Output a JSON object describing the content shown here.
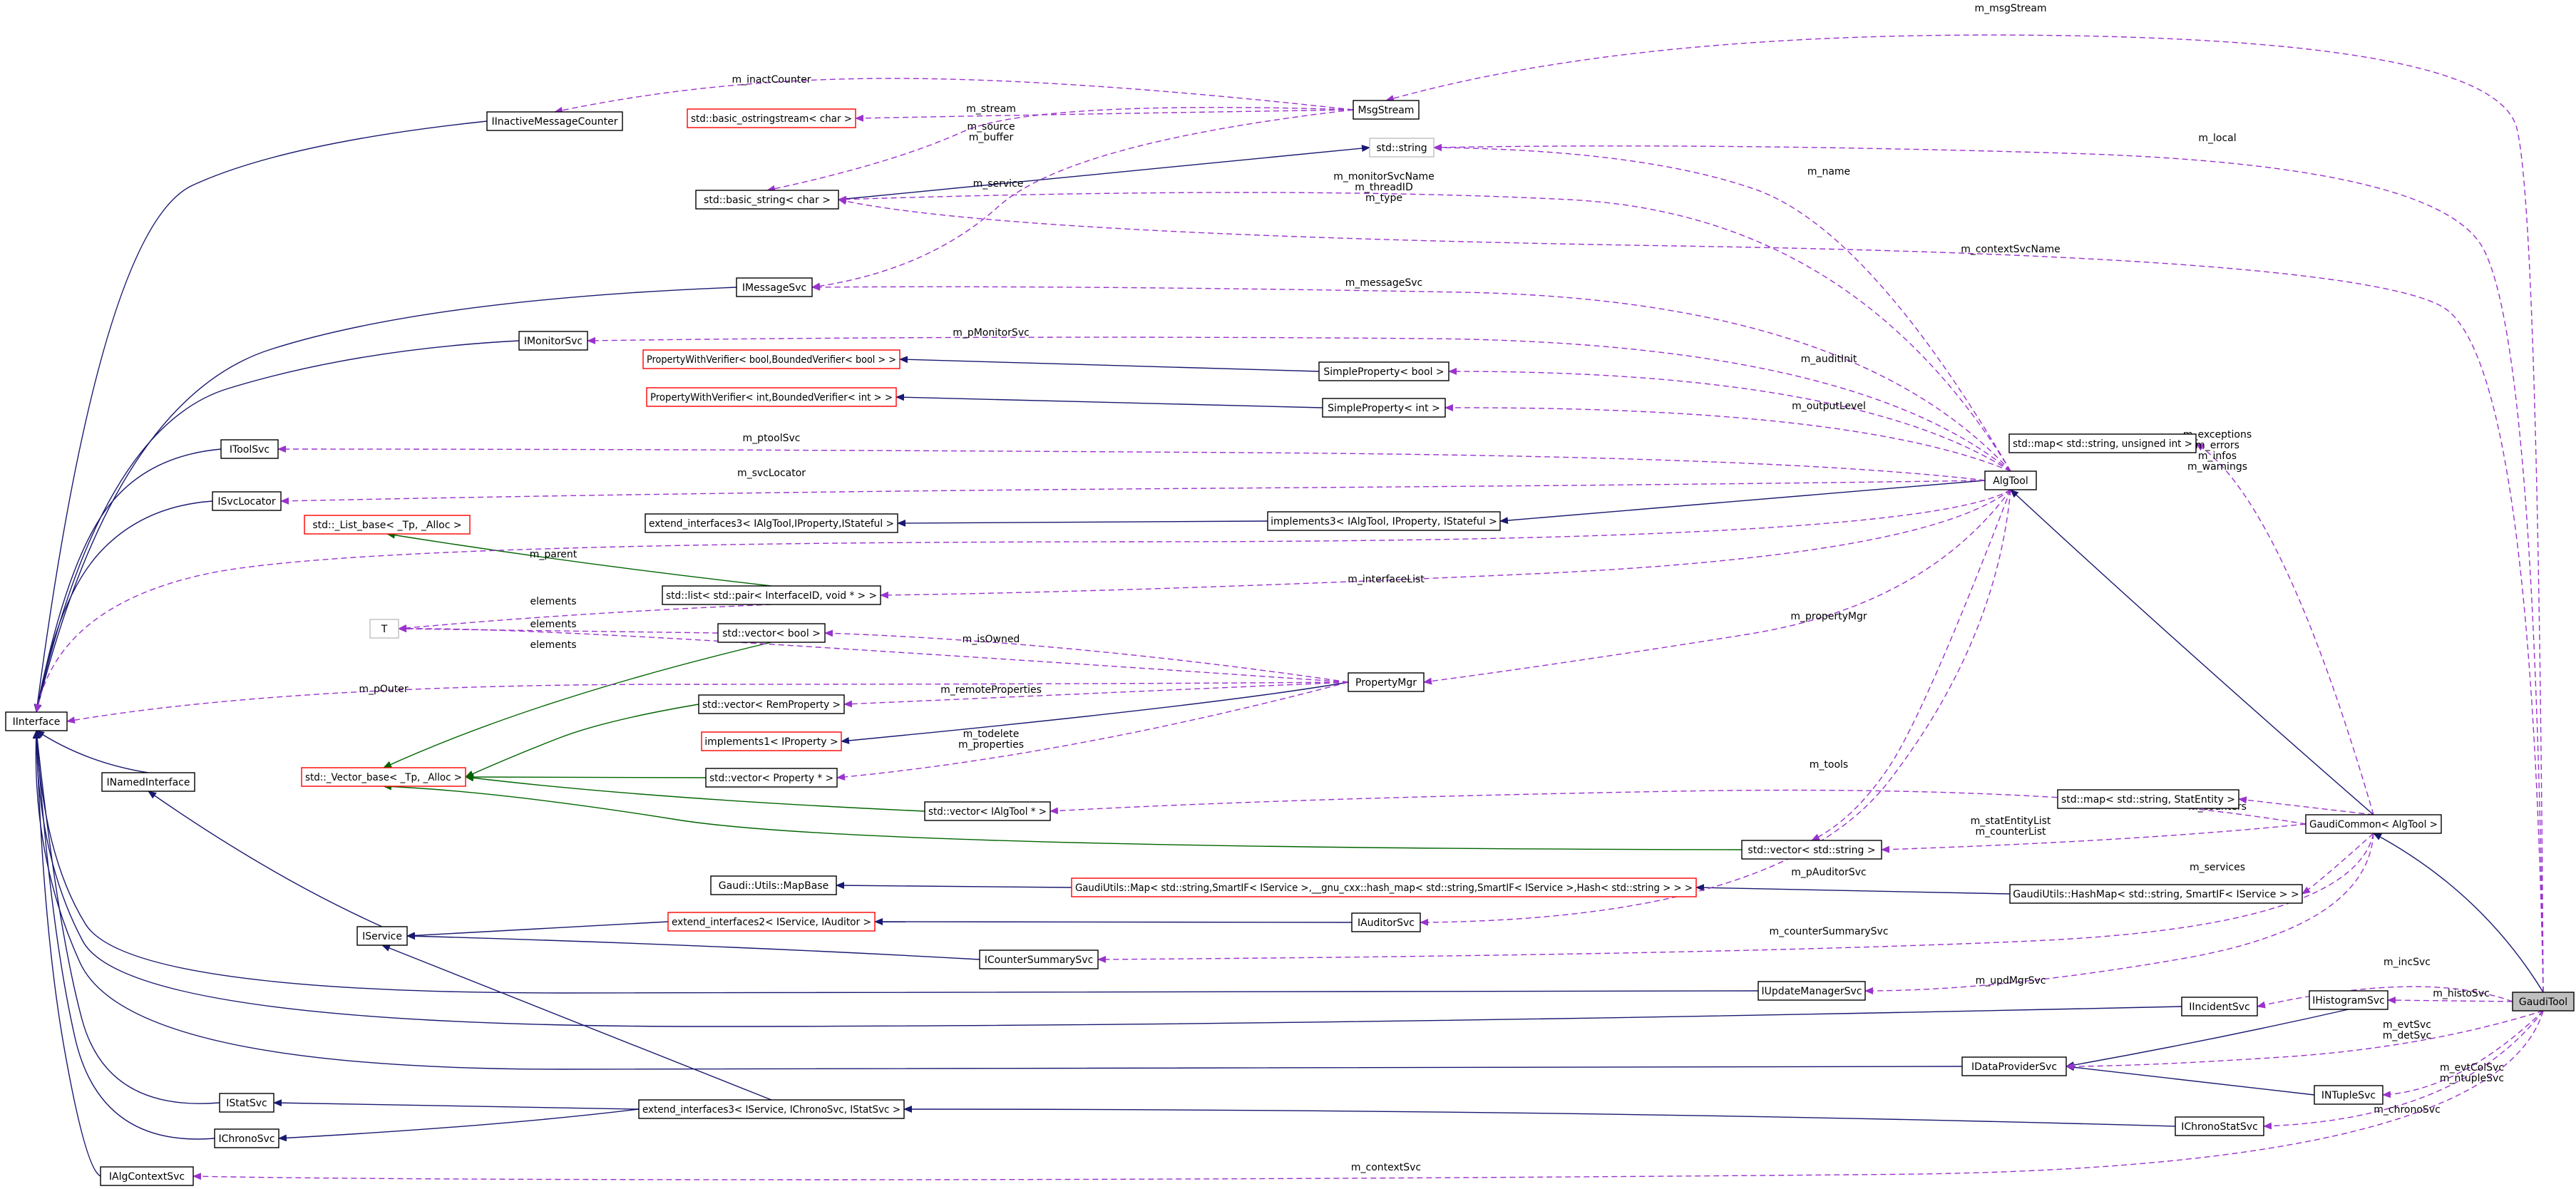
{
  "nodes": [
    {
      "id": "GaudiTool",
      "label": "GaudiTool",
      "style": "root"
    },
    {
      "id": "IInterface",
      "label": "IInterface",
      "style": "normal"
    },
    {
      "id": "IInactiveMessageCounter",
      "label": "IInactiveMessageCounter",
      "style": "normal"
    },
    {
      "id": "basic_ostringstream",
      "label": "std::basic_ostringstream< char >",
      "style": "red"
    },
    {
      "id": "MsgStream",
      "label": "MsgStream",
      "style": "normal"
    },
    {
      "id": "std_string",
      "label": "std::string",
      "style": "grey"
    },
    {
      "id": "basic_string",
      "label": "std::basic_string< char >",
      "style": "normal"
    },
    {
      "id": "IMessageSvc",
      "label": "IMessageSvc",
      "style": "normal"
    },
    {
      "id": "IMonitorSvc",
      "label": "IMonitorSvc",
      "style": "normal"
    },
    {
      "id": "PWV_bool",
      "label": "PropertyWithVerifier< bool,BoundedVerifier< bool > >",
      "style": "red"
    },
    {
      "id": "SP_bool",
      "label": "SimpleProperty< bool >",
      "style": "normal"
    },
    {
      "id": "PWV_int",
      "label": "PropertyWithVerifier< int,BoundedVerifier< int > >",
      "style": "red"
    },
    {
      "id": "SP_int",
      "label": "SimpleProperty< int >",
      "style": "normal"
    },
    {
      "id": "IToolSvc",
      "label": "IToolSvc",
      "style": "normal"
    },
    {
      "id": "ISvcLocator",
      "label": "ISvcLocator",
      "style": "normal"
    },
    {
      "id": "extend_if3_algtool",
      "label": "extend_interfaces3< IAlgTool,IProperty,IStateful >",
      "style": "normal"
    },
    {
      "id": "implements3",
      "label": "implements3< IAlgTool, IProperty, IStateful >",
      "style": "normal"
    },
    {
      "id": "AlgTool",
      "label": "AlgTool",
      "style": "normal"
    },
    {
      "id": "map_uint",
      "label": "std::map< std::string, unsigned int >",
      "style": "normal"
    },
    {
      "id": "List_base",
      "label": "std::_List_base< _Tp, _Alloc >",
      "style": "red"
    },
    {
      "id": "list_pair",
      "label": "std::list< std::pair< InterfaceID, void * > >",
      "style": "normal"
    },
    {
      "id": "T",
      "label": "T",
      "style": "grey"
    },
    {
      "id": "vec_bool",
      "label": "std::vector< bool >",
      "style": "normal"
    },
    {
      "id": "PropertyMgr",
      "label": "PropertyMgr",
      "style": "normal"
    },
    {
      "id": "vec_RemProperty",
      "label": "std::vector< RemProperty >",
      "style": "normal"
    },
    {
      "id": "implements1",
      "label": "implements1< IProperty >",
      "style": "red"
    },
    {
      "id": "INamedInterface",
      "label": "INamedInterface",
      "style": "normal"
    },
    {
      "id": "Vector_base",
      "label": "std::_Vector_base< _Tp, _Alloc >",
      "style": "red"
    },
    {
      "id": "vec_Property",
      "label": "std::vector< Property * >",
      "style": "normal"
    },
    {
      "id": "vec_IAlgTool",
      "label": "std::vector< IAlgTool * >",
      "style": "normal"
    },
    {
      "id": "map_StatEntity",
      "label": "std::map< std::string, StatEntity >",
      "style": "normal"
    },
    {
      "id": "GaudiCommon",
      "label": "GaudiCommon< AlgTool >",
      "style": "normal"
    },
    {
      "id": "vec_string",
      "label": "std::vector< std::string >",
      "style": "normal"
    },
    {
      "id": "MapBase",
      "label": "Gaudi::Utils::MapBase",
      "style": "normal"
    },
    {
      "id": "GU_Map",
      "label": "GaudiUtils::Map< std::string,SmartIF< IService >,__gnu_cxx::hash_map< std::string,SmartIF< IService >,Hash< std::string > > >",
      "style": "red"
    },
    {
      "id": "GU_HashMap",
      "label": "GaudiUtils::HashMap< std::string, SmartIF< IService > >",
      "style": "normal"
    },
    {
      "id": "IService",
      "label": "IService",
      "style": "normal"
    },
    {
      "id": "extend_if2",
      "label": "extend_interfaces2< IService, IAuditor >",
      "style": "red"
    },
    {
      "id": "IAuditorSvc",
      "label": "IAuditorSvc",
      "style": "normal"
    },
    {
      "id": "ICounterSummarySvc",
      "label": "ICounterSummarySvc",
      "style": "normal"
    },
    {
      "id": "IUpdateManagerSvc",
      "label": "IUpdateManagerSvc",
      "style": "normal"
    },
    {
      "id": "IIncidentSvc",
      "label": "IIncidentSvc",
      "style": "normal"
    },
    {
      "id": "IHistogramSvc",
      "label": "IHistogramSvc",
      "style": "normal"
    },
    {
      "id": "IDataProviderSvc",
      "label": "IDataProviderSvc",
      "style": "normal"
    },
    {
      "id": "INTupleSvc",
      "label": "INTupleSvc",
      "style": "normal"
    },
    {
      "id": "IStatSvc",
      "label": "IStatSvc",
      "style": "normal"
    },
    {
      "id": "extend_if3_svc",
      "label": "extend_interfaces3< IService, IChronoSvc, IStatSvc >",
      "style": "normal"
    },
    {
      "id": "IChronoSvc",
      "label": "IChronoSvc",
      "style": "normal"
    },
    {
      "id": "IChronoStatSvc",
      "label": "IChronoStatSvc",
      "style": "normal"
    },
    {
      "id": "IAlgContextSvc",
      "label": "IAlgContextSvc",
      "style": "normal"
    }
  ],
  "edge_labels": {
    "m_msgStream": "m_msgStream",
    "m_inactCounter": "m_inactCounter",
    "m_stream": "m_stream",
    "m_source": "m_source",
    "m_buffer": "m_buffer",
    "m_local": "m_local",
    "m_service": "m_service",
    "m_monitorSvcName": "m_monitorSvcName",
    "m_threadID": "m_threadID",
    "m_type": "m_type",
    "m_name": "m_name",
    "m_contextSvcName": "m_contextSvcName",
    "m_messageSvc": "m_messageSvc",
    "m_pMonitorSvc": "m_pMonitorSvc",
    "m_auditInit": "m_auditInit",
    "m_outputLevel": "m_outputLevel",
    "m_ptoolSvc": "m_ptoolSvc",
    "m_svcLocator": "m_svcLocator",
    "m_exceptions": "m_exceptions",
    "m_errors": "m_errors",
    "m_infos": "m_infos",
    "m_warnings": "m_warnings",
    "m_parent": "m_parent",
    "m_interfaceList": "m_interfaceList",
    "elements_1": "elements",
    "elements_2": "elements",
    "elements_3": "elements",
    "m_isOwned": "m_isOwned",
    "m_propertyMgr": "m_propertyMgr",
    "m_pOuter": "m_pOuter",
    "m_remoteProperties": "m_remoteProperties",
    "m_todelete": "m_todelete",
    "m_properties": "m_properties",
    "m_tools": "m_tools",
    "m_counters": "m_counters",
    "m_statEntityList": "m_statEntityList",
    "m_counterList": "m_counterList",
    "m_pAuditorSvc": "m_pAuditorSvc",
    "m_services": "m_services",
    "m_counterSummarySvc": "m_counterSummarySvc",
    "m_incSvc": "m_incSvc",
    "m_updMgrSvc": "m_updMgrSvc",
    "m_histoSvc": "m_histoSvc",
    "m_evtSvc": "m_evtSvc",
    "m_detSvc": "m_detSvc",
    "m_evtColSvc": "m_evtColSvc",
    "m_ntupleSvc": "m_ntupleSvc",
    "m_chronoSvc": "m_chronoSvc",
    "m_contextSvc": "m_contextSvc"
  },
  "colors": {
    "inheritance": "#191970",
    "template": "#006400",
    "usage": "#9a32cd",
    "root_fill": "#bfbfbf",
    "red_border": "#ff0000",
    "grey_border": "#bfbfbf"
  }
}
